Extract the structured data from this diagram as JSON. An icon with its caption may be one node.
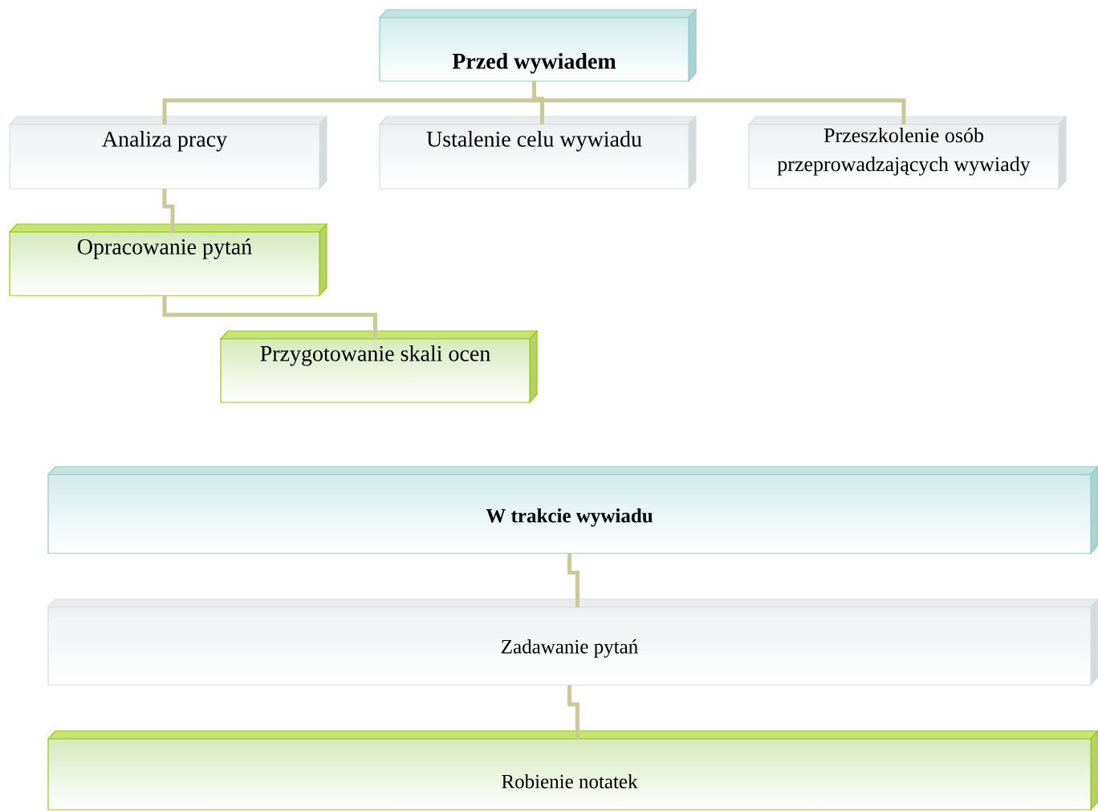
{
  "diagram": {
    "nodes": [
      {
        "text": [
          "Przed wywiadem"
        ]
      },
      {
        "text": [
          "Analiza pracy"
        ]
      },
      {
        "text": [
          "Ustalenie celu wywiadu"
        ]
      },
      {
        "text": [
          "Przeszkolenie osób przeprowadzających wywiady"
        ]
      },
      {
        "text": [
          "Opracowanie pytań"
        ]
      },
      {
        "text": [
          "Przygotowanie skali ocen"
        ]
      },
      {
        "text": [
          "W trakcie wywiadu"
        ]
      },
      {
        "text": [
          "Zadawanie pytań"
        ]
      },
      {
        "text": [
          "Robienie notatek"
        ]
      }
    ],
    "edges": [
      {
        "from": 0,
        "to": 1,
        "arrow": "none"
      },
      {
        "from": 0,
        "to": 2,
        "arrow": "none"
      },
      {
        "from": 0,
        "to": 3,
        "arrow": "none"
      },
      {
        "from": 1,
        "to": 4,
        "arrow": "none"
      },
      {
        "from": 4,
        "to": 5,
        "arrow": "none"
      },
      {
        "from": 6,
        "to": 7,
        "arrow": "none"
      },
      {
        "from": 7,
        "to": 8,
        "arrow": "none"
      }
    ]
  }
}
